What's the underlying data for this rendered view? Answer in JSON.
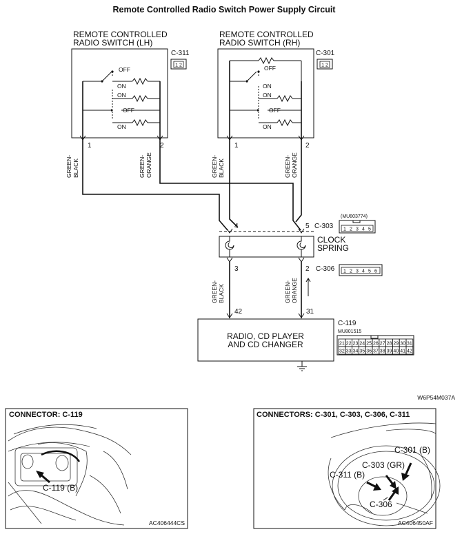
{
  "title": "Remote Controlled Radio Switch Power Supply Circuit",
  "switch_lh": {
    "name_line1": "REMOTE CONTROLLED",
    "name_line2": "RADIO SWITCH (LH)",
    "connector": "C-311",
    "conn_pins": "1 2",
    "pin1": "1",
    "pin2": "2",
    "positions": [
      "OFF",
      "ON",
      "ON",
      "OFF",
      "ON"
    ]
  },
  "switch_rh": {
    "name_line1": "REMOTE CONTROLLED",
    "name_line2": "RADIO SWITCH (RH)",
    "connector": "C-301",
    "conn_pins": "1 2",
    "pin1": "1",
    "pin2": "2",
    "positions": [
      "OFF",
      "ON",
      "ON",
      "OFF",
      "ON"
    ]
  },
  "wires": {
    "green_black": [
      "GREEN-",
      "BLACK"
    ],
    "green_orange": [
      "GREEN-",
      "ORANGE"
    ]
  },
  "clock_spring": {
    "name_line1": "CLOCK",
    "name_line2": "SPRING",
    "top_connector": "C-303",
    "top_part_no": "(MU803774)",
    "top_pins": [
      "1",
      "2",
      "3",
      "4",
      "5"
    ],
    "top_left_pin": "4",
    "top_right_pin": "5",
    "bottom_connector": "C-306",
    "bottom_pins": [
      "1",
      "2",
      "3",
      "4",
      "5",
      "6"
    ],
    "bottom_left_pin": "3",
    "bottom_right_pin": "2"
  },
  "radio": {
    "name_line1": "RADIO, CD PLAYER",
    "name_line2": "AND CD CHANGER",
    "connector": "C-119",
    "part_no": "MU801515",
    "pin_left": "42",
    "pin_right": "31",
    "pins_row1": [
      "21",
      "22",
      "23",
      "24",
      "25",
      "26",
      "27",
      "28",
      "29",
      "30",
      "31"
    ],
    "pins_row2": [
      "32",
      "33",
      "34",
      "35",
      "36",
      "37",
      "38",
      "39",
      "40",
      "41",
      "42"
    ]
  },
  "diagram_code": "W6P54M037A",
  "panel_left": {
    "heading": "CONNECTOR: C-119",
    "callout": "C-119 (B)",
    "code": "AC406444CS"
  },
  "panel_right": {
    "heading": "CONNECTORS: C-301, C-303, C-306, C-311",
    "callout_c301": "C-301 (B)",
    "callout_c303": "C-303 (GR)",
    "callout_c311": "C-311 (B)",
    "callout_c306": "C-306",
    "code": "AC406450AF"
  }
}
